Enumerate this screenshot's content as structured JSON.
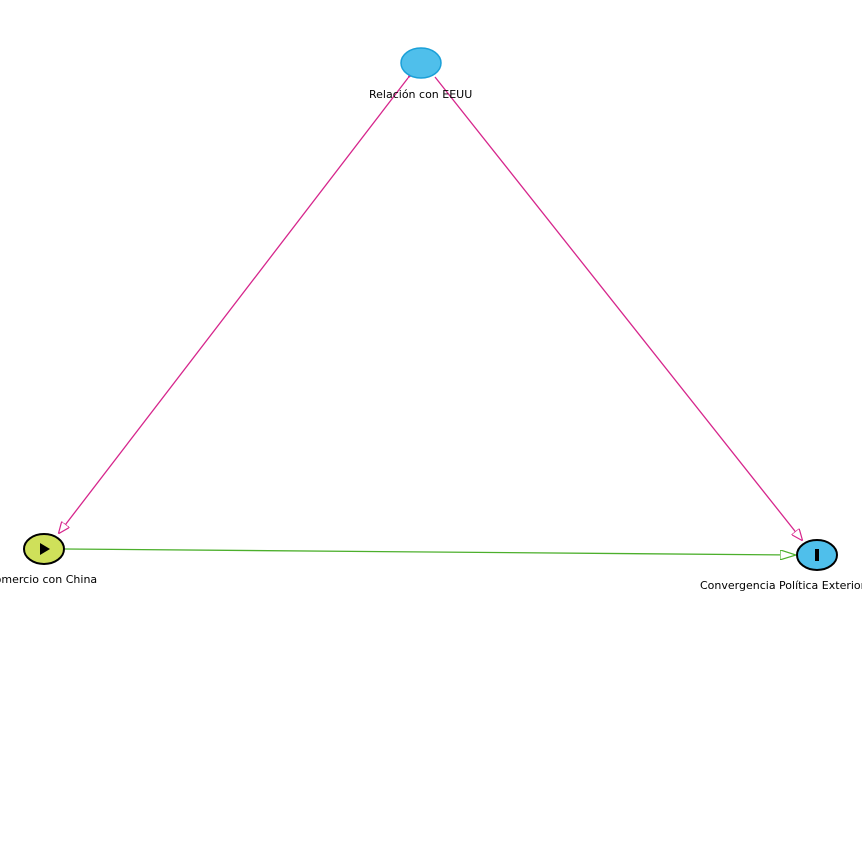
{
  "nodes": {
    "relacion": {
      "label": "Relación con EEUU",
      "type": "other",
      "color": "#4fbfeb",
      "stroke": "#1aa0d8"
    },
    "comercio": {
      "label": "Comercio con China",
      "type": "exposure",
      "color": "#cfe05a",
      "stroke": "#000000"
    },
    "convergencia": {
      "label": "Convergencia Política Exterior",
      "type": "outcome",
      "color": "#4fbfeb",
      "stroke": "#000000"
    }
  },
  "edges": [
    {
      "from": "Relación con EEUU",
      "to": "Comercio con China",
      "kind": "bidirected",
      "color": "#d6268c"
    },
    {
      "from": "Relación con EEUU",
      "to": "Convergencia Política Exterior",
      "kind": "directed",
      "color": "#d6268c"
    },
    {
      "from": "Comercio con China",
      "to": "Convergencia Política Exterior",
      "kind": "directed",
      "color": "#4caf2c"
    }
  ]
}
